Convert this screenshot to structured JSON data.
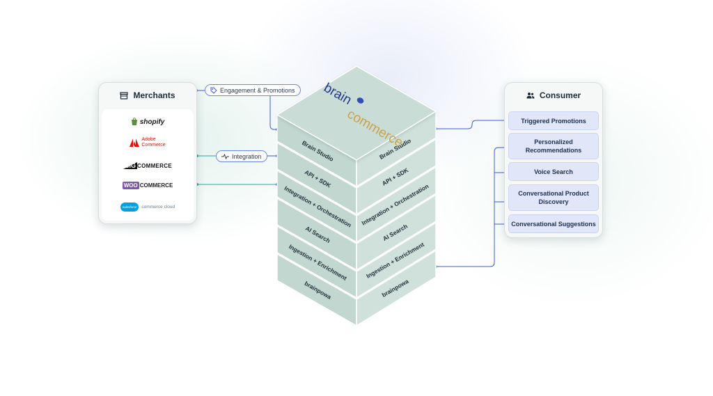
{
  "merchants": {
    "title": "Merchants",
    "icon": "storefront-icon",
    "logos": {
      "shopify": "shopify",
      "adobe_line1": "Adobe",
      "adobe_line2": "Commerce",
      "big": "BIG",
      "bigcommerce": "COMMERCE",
      "woo": "WOO",
      "woocommerce": "COMMERCE",
      "salesforce": "salesforce",
      "commerce_cloud": "commerce cloud"
    }
  },
  "connectors": {
    "engagement": "Engagement & Promotions",
    "integration": "Integration"
  },
  "stack": {
    "logo_brain": "brain",
    "logo_commerce": "commerce",
    "layers": [
      "Brain Studio",
      "API + SDK",
      "Integration + Orchestration",
      "AI Search",
      "Ingestion + Enrichment",
      "brainpowa"
    ]
  },
  "consumer": {
    "title": "Consumer",
    "icon": "users-icon",
    "items": [
      {
        "line1": "Triggered Promotions",
        "line2": ""
      },
      {
        "line1": "Personalized",
        "line2": "Recommendations"
      },
      {
        "line1": "Voice Search",
        "line2": ""
      },
      {
        "line1": "Conversational Product",
        "line2": "Discovery"
      },
      {
        "line1": "Conversational Suggestions",
        "line2": ""
      }
    ]
  },
  "colors": {
    "line_blue": "#3b5bd9",
    "line_teal": "#2aa79b",
    "stack_face": "#c9dcd6",
    "consumer_item": "#e1e7f9"
  }
}
